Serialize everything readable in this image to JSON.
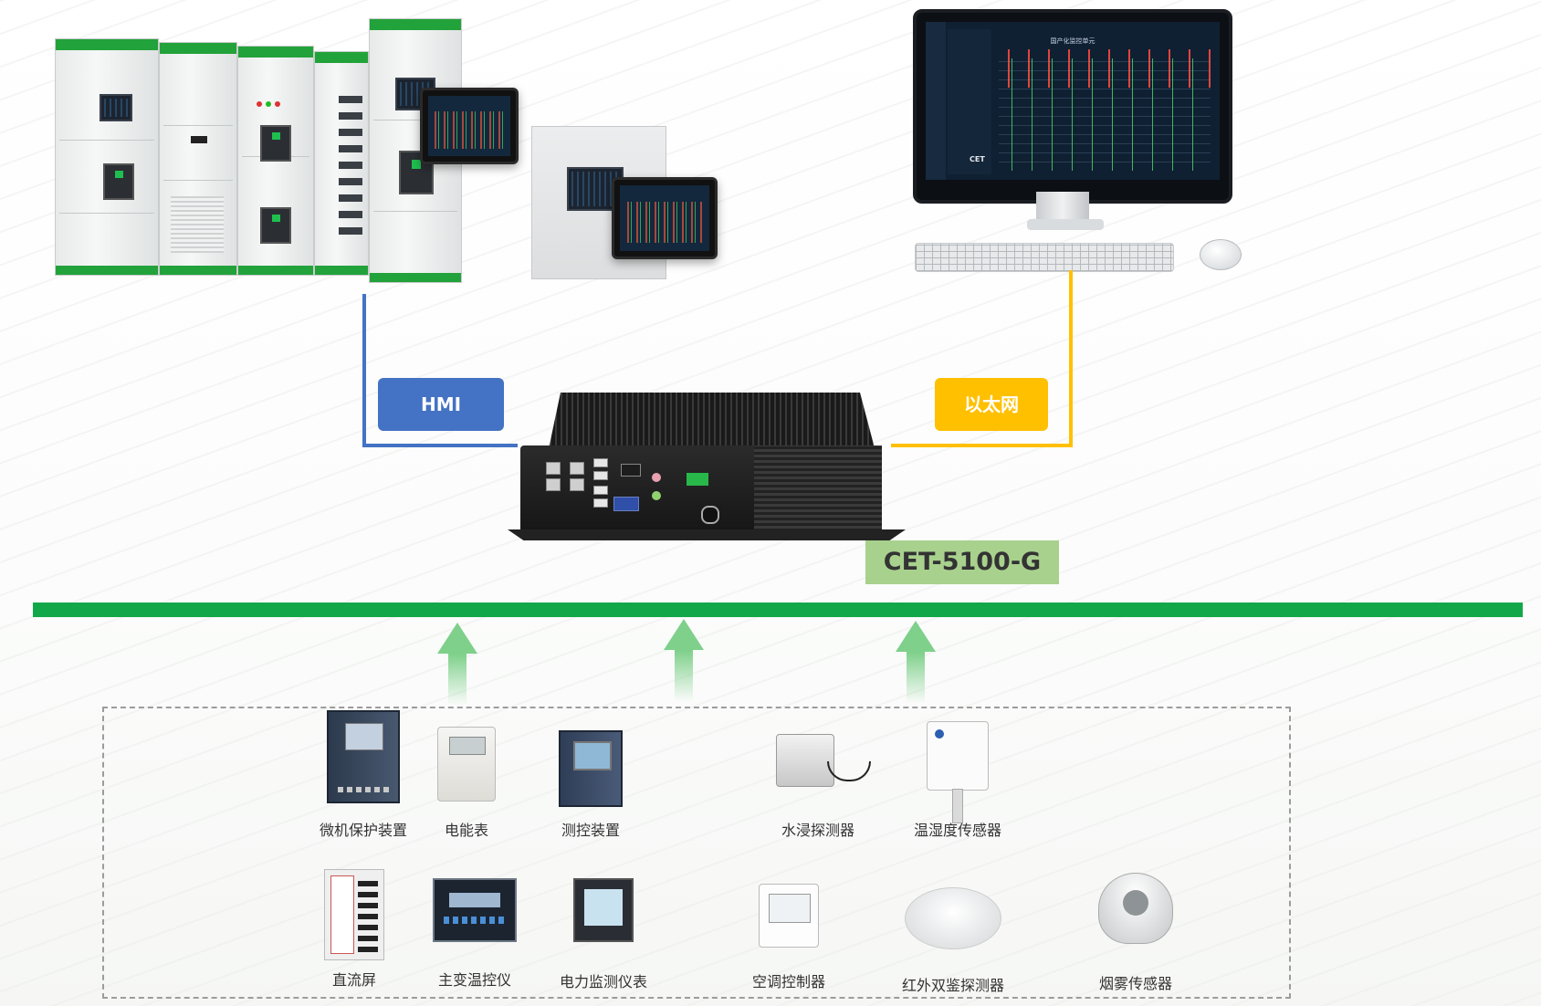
{
  "labels": {
    "hmi": "HMI",
    "ethernet": "以太网",
    "gateway_model": "CET-5100-G",
    "monitor_brand": "CET",
    "monitor_title": "国产化监控单元"
  },
  "colors": {
    "hmi_link": "#4472c4",
    "ethernet_link": "#ffc000",
    "bus": "#12a84a",
    "model_tag": "#a9d18e",
    "arrow": "#7ed08a"
  },
  "devices": {
    "row1": [
      {
        "name": "微机保护装置",
        "icon": "protection-relay"
      },
      {
        "name": "电能表",
        "icon": "energy-meter"
      },
      {
        "name": "测控装置",
        "icon": "measurement-control-device"
      },
      {
        "name": "水浸探测器",
        "icon": "water-leak-detector"
      },
      {
        "name": "温湿度传感器",
        "icon": "temperature-humidity-sensor"
      }
    ],
    "row2": [
      {
        "name": "直流屏",
        "icon": "dc-panel"
      },
      {
        "name": "主变温控仪",
        "icon": "transformer-temperature-controller"
      },
      {
        "name": "电力监测仪表",
        "icon": "power-monitoring-meter"
      },
      {
        "name": "空调控制器",
        "icon": "air-conditioner-controller"
      },
      {
        "name": "红外双鉴探测器",
        "icon": "dual-tech-infrared-detector"
      },
      {
        "name": "烟雾传感器",
        "icon": "smoke-sensor"
      }
    ]
  }
}
